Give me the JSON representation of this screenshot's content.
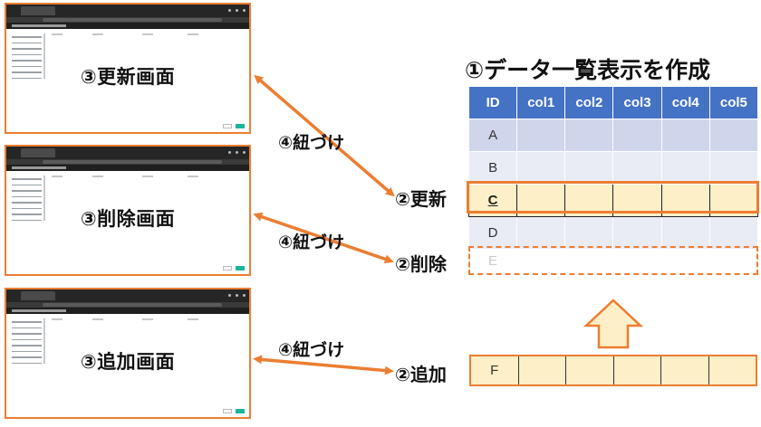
{
  "screens": [
    {
      "label": "③更新画面"
    },
    {
      "label": "③削除画面"
    },
    {
      "label": "③追加画面"
    }
  ],
  "ties": [
    "④紐づけ",
    "④紐づけ",
    "④紐づけ"
  ],
  "operations": {
    "update": "②更新",
    "delete": "②削除",
    "add": "②追加"
  },
  "table": {
    "title": "①データ一覧表示を作成",
    "headers": [
      "ID",
      "col1",
      "col2",
      "col3",
      "col4",
      "col5"
    ],
    "rows": [
      "A",
      "B",
      "C",
      "D"
    ],
    "deleted_row": "E",
    "added_row": "F"
  },
  "colors": {
    "accent": "#ec7d31",
    "header": "#4472c4",
    "highlight": "#fdefc7"
  }
}
